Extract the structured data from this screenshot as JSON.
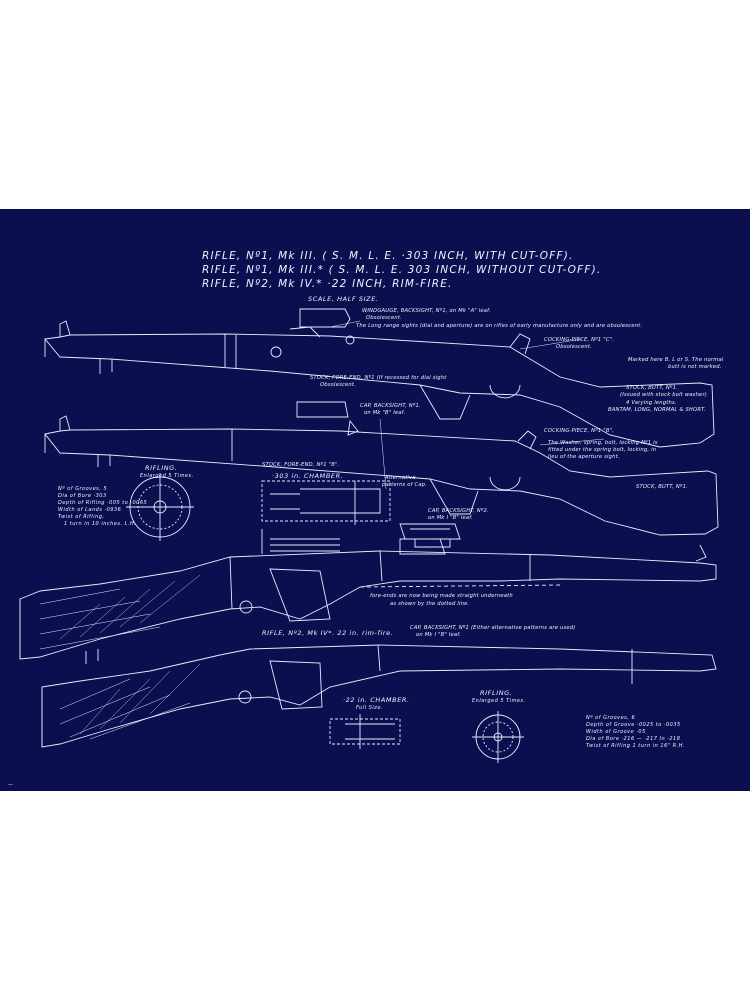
{
  "titles": [
    "RIFLE, Nº1, Mk III. ( S. M. L. E. ·303 INCH, WITH CUT-OFF).",
    "RIFLE, Nº1, Mk III.* ( S. M. L. E. 303 INCH, WITHOUT CUT-OFF).",
    "RIFLE, Nº2, Mk IV.* ·22 INCH, RIM-FIRE."
  ],
  "scale": "SCALE, HALF SIZE.",
  "labels": {
    "windgauge": "WINDGAUGE, BACKSIGHT, Nº1, on Mk \"A\" leaf.",
    "windgauge_obs": "Obsolescent.",
    "long_range": "The Long range sights (dial and aperture) are on rifles of early manufacture only and are obsolescent.",
    "cocking_1": "COCKING-PIECE, Nº1 \"C\".",
    "cocking_1_obs": "Obsolescent.",
    "marked": "Marked here B, L or S. The normal",
    "marked2": "butt is not marked.",
    "stock_fore_1": "STOCK, FORE-END, Nº1 (If recessed for dial sight",
    "stock_fore_1b": "Obsolescent.",
    "stock_butt_1": "STOCK, BUTT, Nº1.",
    "stock_butt_1b": "(Issued with stock bolt washer)",
    "stock_butt_1c": "4 Varying lengths.",
    "stock_butt_1d": "BANTAM, LONG, NORMAL & SHORT.",
    "cap_backsight": "CAP, BACKSIGHT, Nº1.",
    "cap_backsight_b": "on Mk \"B\" leaf.",
    "cocking_2": "COCKING-PIECE, Nº1 \"B\".",
    "washer": "The Washer, spring, bolt, locking Nº1 is",
    "washer2": "fitted under the spring bolt, locking, in",
    "washer3": "lieu of the aperture sight.",
    "stock_fore_2": "STOCK, FORE-END, Nº1 \"B\".",
    "chamber_303": "·303 in. CHAMBER.",
    "rifling": "RIFLING.",
    "rifling_sub": "Enlarged 5 Times.",
    "rifling_note1": "Nº of Grooves, 5",
    "rifling_note2": "Dia of Bore ·303",
    "rifling_note3": "Depth of Rifling ·005 to ·0065",
    "rifling_note4": "Width of Lands ·0936",
    "rifling_note5": "Twist of Rifling,",
    "rifling_note6": "1 turn in 10 inches. L.H.",
    "alt_patterns": "Alternative",
    "alt_patterns2": "patterns of Cap.",
    "cap_backsight_2": "CAP, BACKSIGHT, Nº2.",
    "cap_backsight_2b": "on Mk I \"B\" leaf.",
    "stock_butt_2": "STOCK, BUTT, Nº1.",
    "fore_ends": "fore-ends are now being made straight underneath",
    "fore_ends2": "as shown by the dotted line.",
    "rifle_22": "RIFLE, Nº2, Mk IV*. 22 in. rim-fire.",
    "cap_22": "CAP, BACKSIGHT, Nº1 (Either alternative patterns are used)",
    "cap_22b": "on Mk I \"B\" leaf.",
    "chamber_22": "·22 in. CHAMBER.",
    "chamber_22_sub": "Full Size.",
    "rifling_22": "RIFLING.",
    "rifling_22_sub": "Enlarged 5 Times.",
    "r22_note1": "Nº of Grooves, 6",
    "r22_note2": "Depth of Groove ·0025 to ·0035",
    "r22_note3": "Width of Groove ·05",
    "r22_note4": "Dia of Bore ·216 — ·217 In ·218",
    "r22_note5": "Twist of Rifling 1 turn in 16\" R.H.",
    "footer": "—"
  },
  "colors": {
    "paper": "#0b0f4f",
    "ink": "#f2f3ff",
    "frame": "#ffffff"
  }
}
